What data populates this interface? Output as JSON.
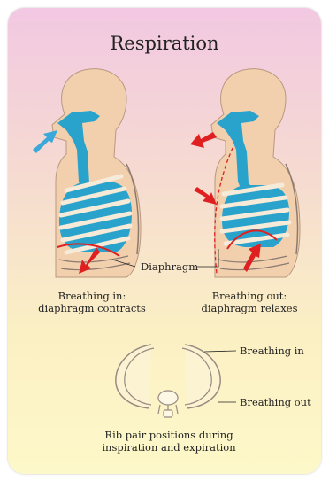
{
  "title": "Respiration",
  "labels": {
    "breathing_in_line1": "Breathing in:",
    "breathing_in_line2": "diaphragm contracts",
    "breathing_out_line1": "Breathing out:",
    "breathing_out_line2": "diaphragm relaxes",
    "diaphragm": "Diaphragm",
    "rib_breathing_in": "Breathing in",
    "rib_breathing_out": "Breathing out",
    "rib_caption_line1": "Rib pair positions during",
    "rib_caption_line2": "inspiration and expiration"
  },
  "colors": {
    "skin": "#f2d0ae",
    "airway": "#2aa3cc",
    "arrow_in": "#3aa8d8",
    "arrow_out": "#e02020",
    "outline": "#8a7a70"
  }
}
